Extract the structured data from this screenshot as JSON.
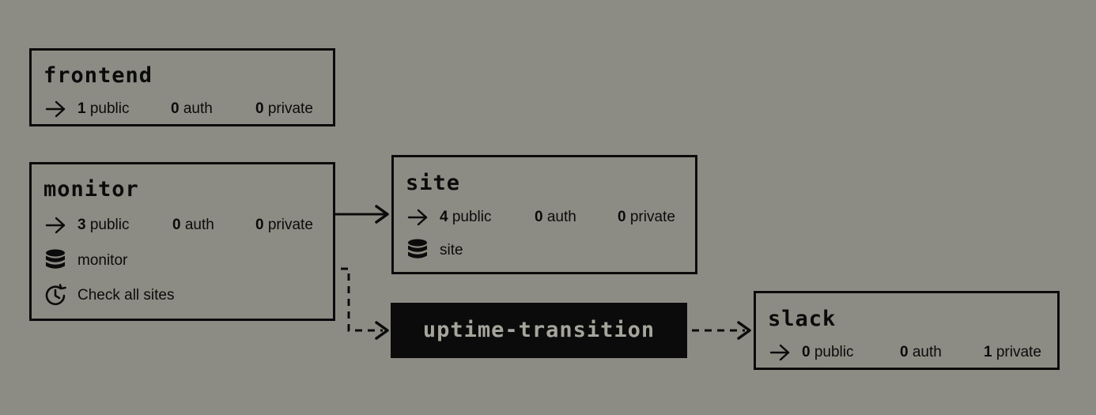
{
  "nodes": {
    "frontend": {
      "title": "frontend",
      "public_count": "1",
      "public_label": "public",
      "auth_count": "0",
      "auth_label": "auth",
      "private_count": "0",
      "private_label": "private"
    },
    "monitor": {
      "title": "monitor",
      "public_count": "3",
      "public_label": "public",
      "auth_count": "0",
      "auth_label": "auth",
      "private_count": "0",
      "private_label": "private",
      "database": "monitor",
      "cron": "Check all sites"
    },
    "site": {
      "title": "site",
      "public_count": "4",
      "public_label": "public",
      "auth_count": "0",
      "auth_label": "auth",
      "private_count": "0",
      "private_label": "private",
      "database": "site"
    },
    "slack": {
      "title": "slack",
      "public_count": "0",
      "public_label": "public",
      "auth_count": "0",
      "auth_label": "auth",
      "private_count": "1",
      "private_label": "private"
    }
  },
  "topic": {
    "title": "uptime-transition"
  },
  "edges": [
    {
      "from": "monitor",
      "to": "site",
      "style": "solid"
    },
    {
      "from": "monitor",
      "to": "uptime-transition",
      "style": "dashed"
    },
    {
      "from": "uptime-transition",
      "to": "slack",
      "style": "dashed"
    }
  ],
  "colors": {
    "background": "#8d8c84",
    "ink": "#0b0b0b",
    "topic_text": "#a6a59c"
  },
  "icons": {
    "endpoints": "arrow-right-icon",
    "database": "database-icon",
    "cron": "clock-icon"
  }
}
